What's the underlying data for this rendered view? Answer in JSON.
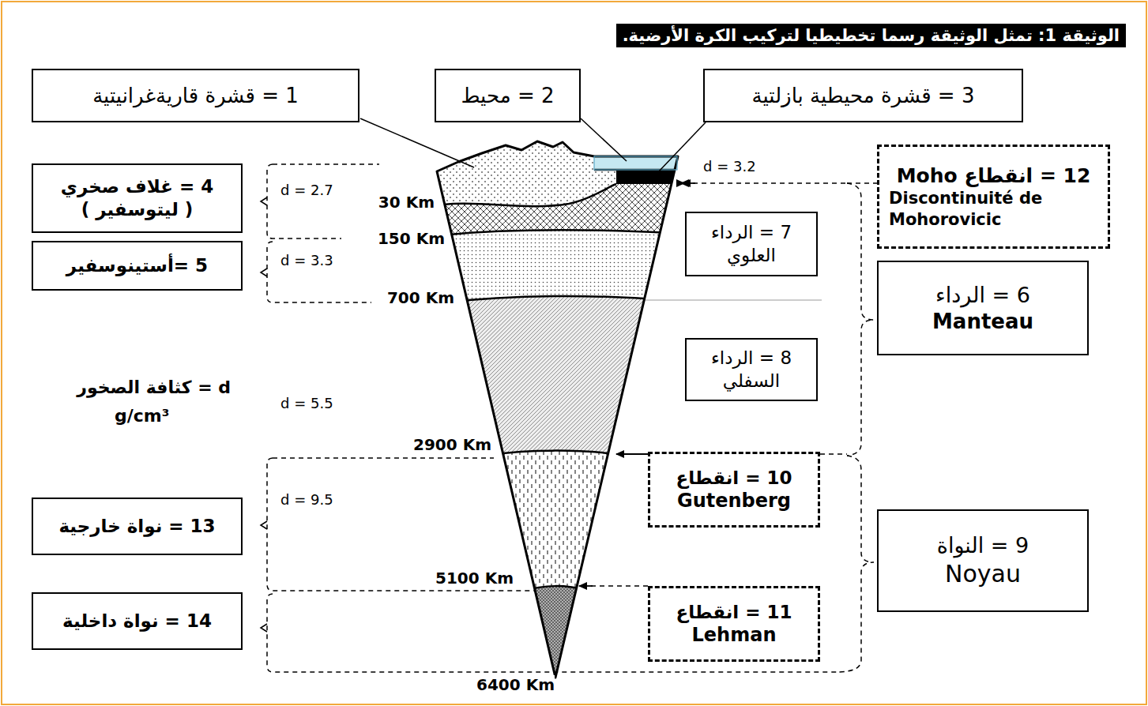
{
  "diagram": {
    "title": "الوثيقة 1: تمثل الوثيقة رسما تخطيطيا لتركيب الكرة الأرضية.",
    "nodes": [
      {
        "text": [
          "1 = قشرة قاريةغرانيتية"
        ]
      },
      {
        "text": [
          "2 = محيط"
        ]
      },
      {
        "text": [
          "3 = قشرة محيطية بازلتية"
        ]
      },
      {
        "text": [
          "4 = غلاف صخري ( ليتوسفير )"
        ]
      },
      {
        "text": [
          "12 = انقطاع Moho",
          "Discontinuité de Mohorovicic"
        ]
      },
      {
        "text": [
          "7 = الرداء العلوي"
        ]
      },
      {
        "text": [
          "5 =أستينوسفير"
        ]
      },
      {
        "text": [
          "6 = الرداء",
          "Manteau"
        ]
      },
      {
        "text": [
          "8 = الرداء السفلي"
        ]
      },
      {
        "text": [
          "10 = انقطاع",
          "Gutenberg"
        ]
      },
      {
        "text": [
          "13 = نواة خارجية"
        ]
      },
      {
        "text": [
          "9 = النواة",
          "Noyau"
        ]
      },
      {
        "text": [
          "11 = انقطاع",
          "Lehman"
        ]
      },
      {
        "text": [
          "14 = نواة داخلية"
        ]
      }
    ],
    "labels": [
      "d = 2.7",
      "30 Km",
      "150 Km",
      "d = 3.3",
      "700 Km",
      "d = 3.2",
      "d = كثافة الصخور",
      "g/cm³",
      "d = 5.5",
      "2900 Km",
      "d = 9.5",
      "5100 Km",
      "6400 Km"
    ]
  }
}
